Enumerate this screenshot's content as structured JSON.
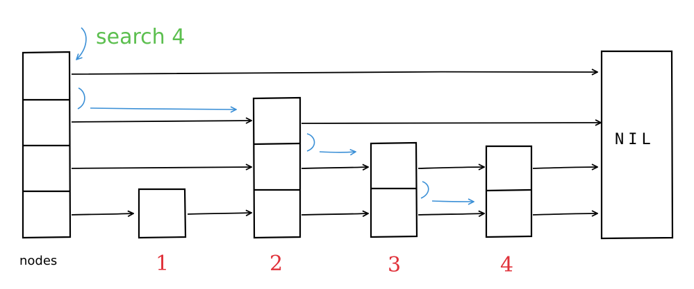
{
  "annotation": {
    "text": "search 4",
    "color": "#5cbf4f"
  },
  "colors": {
    "ink": "#000000",
    "search_path": "#3a8fd6",
    "node_labels": "#e0313a"
  },
  "head": {
    "label": "nodes",
    "levels": 4
  },
  "nil": {
    "label": "NIL"
  },
  "nodes": [
    {
      "key": "1",
      "levels": 1
    },
    {
      "key": "2",
      "levels": 3
    },
    {
      "key": "3",
      "levels": 2
    },
    {
      "key": "4",
      "levels": 2
    }
  ]
}
